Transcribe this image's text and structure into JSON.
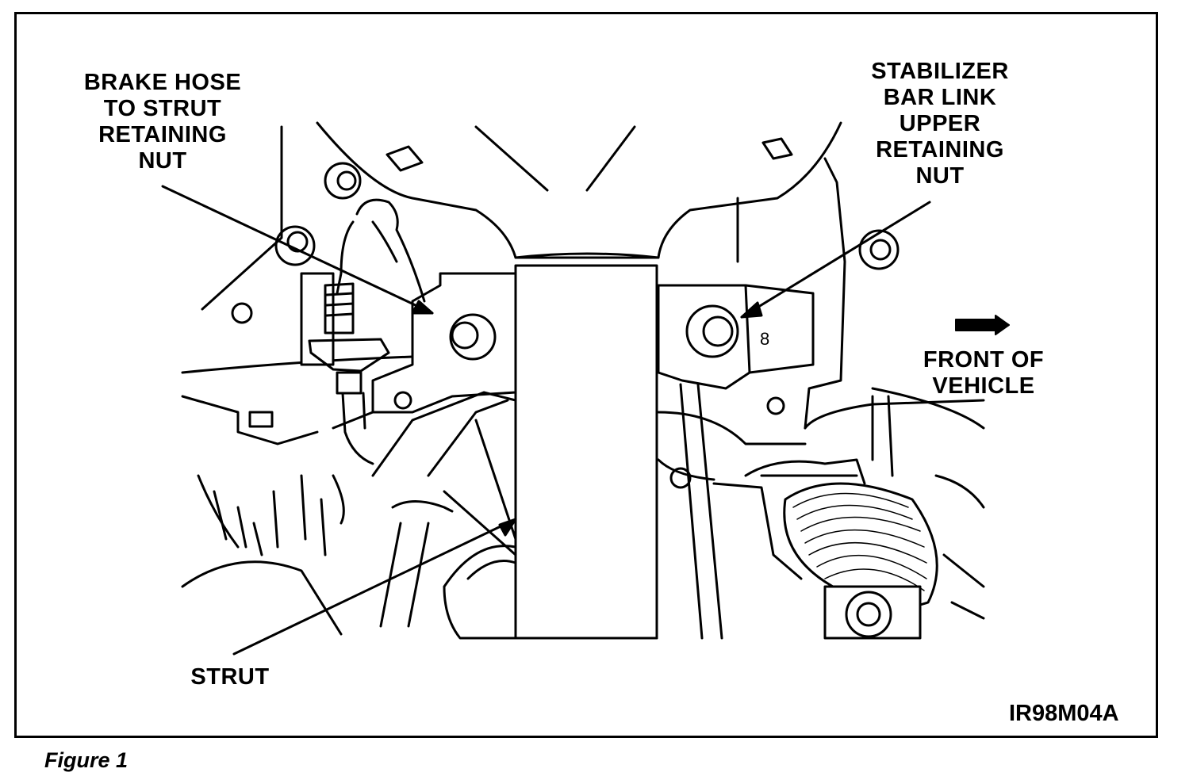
{
  "diagram": {
    "callouts": {
      "brake_hose_nut": [
        "BRAKE HOSE",
        "TO STRUT",
        "RETAINING",
        "NUT"
      ],
      "stabilizer_nut": [
        "STABILIZER",
        "BAR LINK",
        "UPPER",
        "RETAINING",
        "NUT"
      ],
      "front_of_vehicle": [
        "FRONT OF",
        "VEHICLE"
      ],
      "strut": "STRUT"
    },
    "figure_code": "IR98M04A"
  },
  "caption": "Figure 1",
  "colors": {
    "ink": "#000000",
    "paper": "#ffffff"
  }
}
